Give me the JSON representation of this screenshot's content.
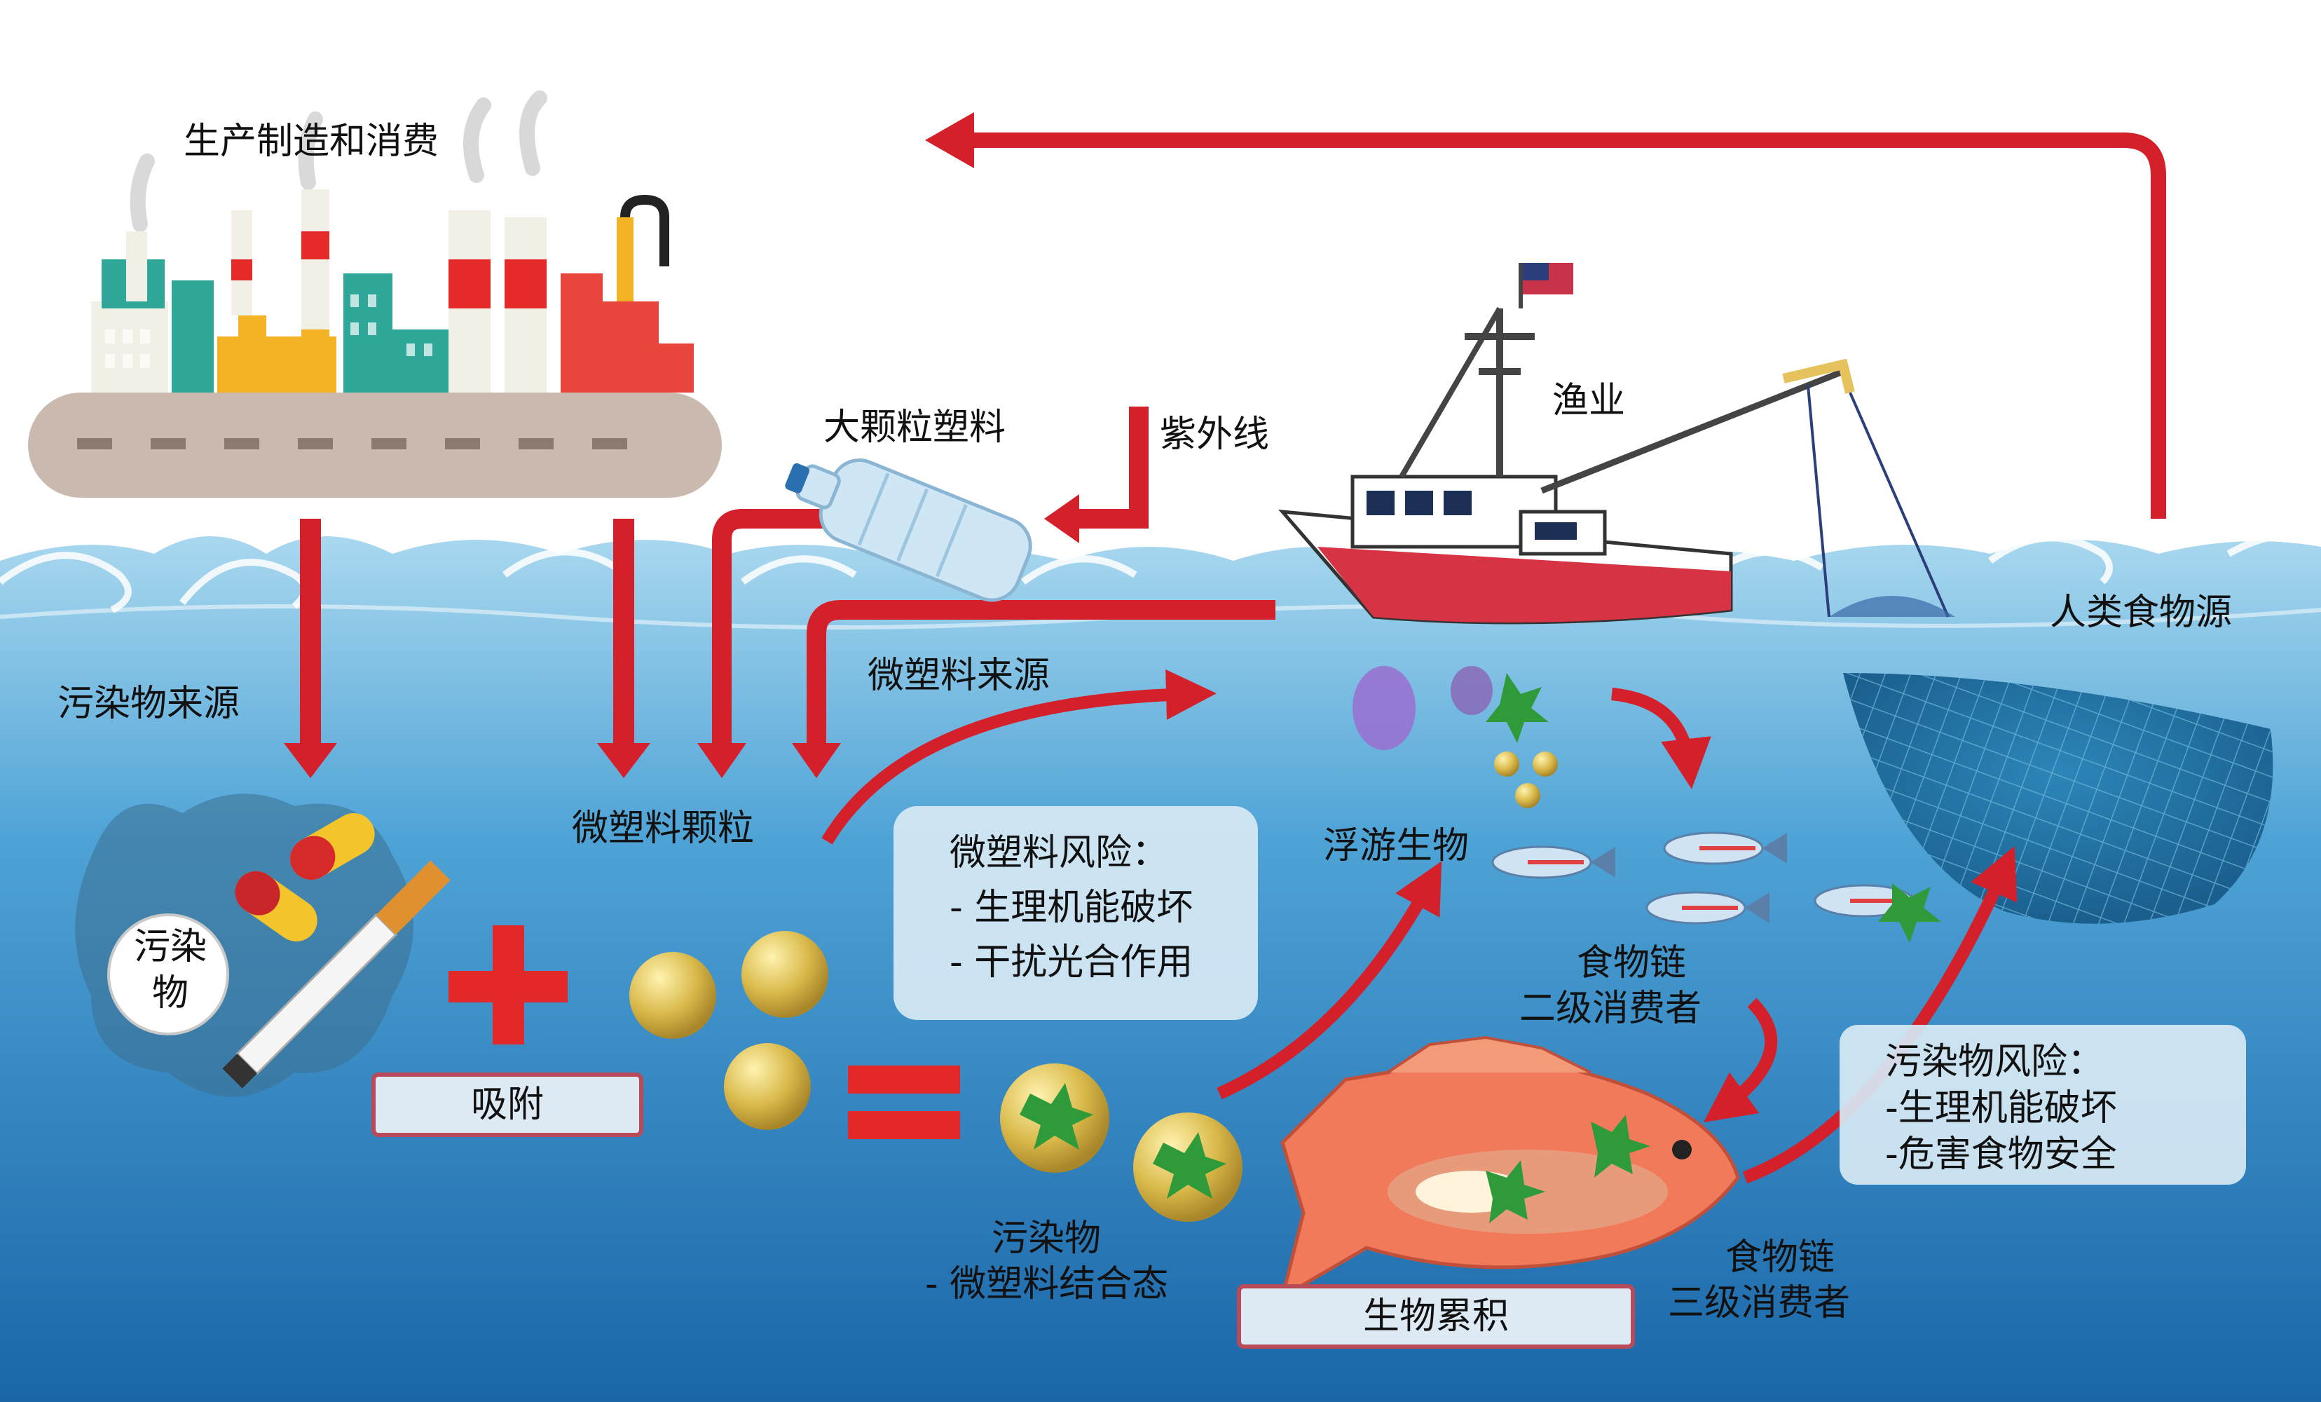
{
  "labels": {
    "manufacturing": "生产制造和消费",
    "large_plastic": "大颗粒塑料",
    "uv": "紫外线",
    "fishery": "渔业",
    "human_food": "人类食物源",
    "pollutant_source": "污染物来源",
    "microplastic_source": "微塑料来源",
    "microplastic_particles": "微塑料颗粒",
    "plankton": "浮游生物",
    "food_chain_2_line1": "食物链",
    "food_chain_2_line2": "二级消费者",
    "food_chain_3_line1": "食物链",
    "food_chain_3_line2": "三级消费者",
    "pollutant_circle_line1": "污染",
    "pollutant_circle_line2": "物",
    "combined_line1": "污染物",
    "combined_line2": "- 微塑料结合态"
  },
  "tags": {
    "adsorption": "吸附",
    "bioaccumulation": "生物累积"
  },
  "risk_boxes": {
    "microplastic": {
      "title": "微塑料风险：",
      "items": [
        "- 生理机能破坏",
        "- 干扰光合作用"
      ]
    },
    "pollutant": {
      "title": "污染物风险：",
      "items": [
        "-生理机能破坏",
        "-危害食物安全"
      ]
    }
  },
  "colors": {
    "arrow_red": "#d4202a",
    "sea_top": "#9fd3ec",
    "sea_bottom": "#1d6fb0",
    "sky": "#ffffff",
    "conveyor": "#c9b9ae"
  }
}
